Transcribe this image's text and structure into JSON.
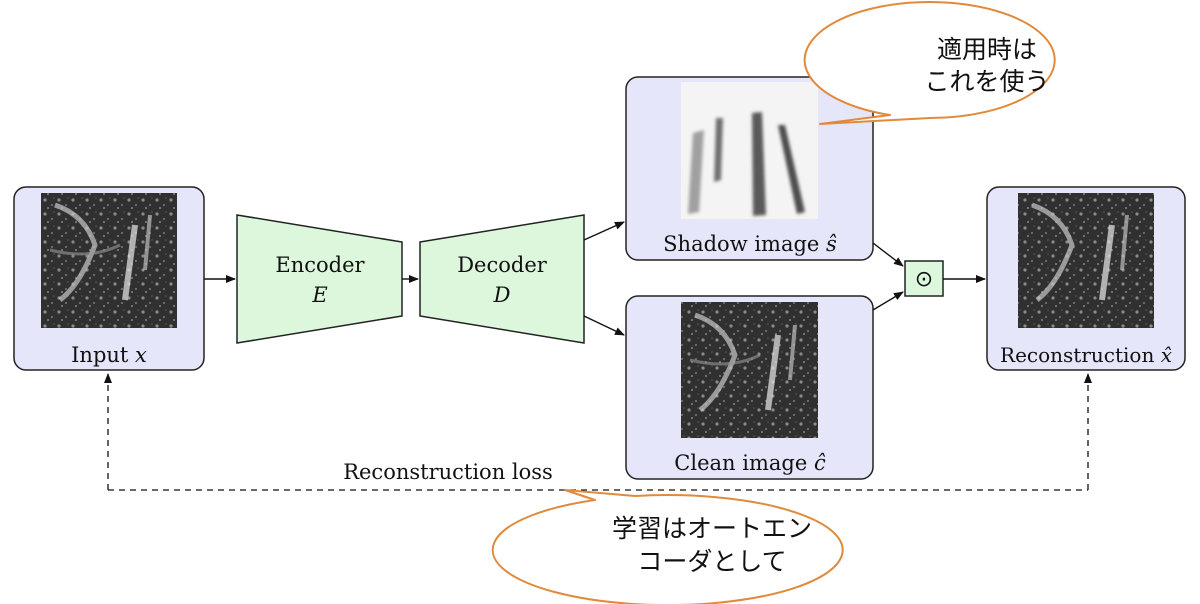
{
  "input": {
    "label": "Input ",
    "var": "x"
  },
  "encoder": {
    "label": "Encoder",
    "var": "E"
  },
  "decoder": {
    "label": "Decoder",
    "var": "D"
  },
  "shadow": {
    "label": "Shadow image ",
    "var": "ŝ"
  },
  "clean": {
    "label": "Clean image ",
    "var": "ĉ"
  },
  "combine": {
    "symbol": "⊙"
  },
  "reconstruction": {
    "label": "Reconstruction ",
    "var": "x̂"
  },
  "loss": {
    "label": "Reconstruction loss"
  },
  "callout_top": {
    "line1": "適用時は",
    "line2": "これを使う"
  },
  "callout_bottom": {
    "line1": "学習はオートエン",
    "line2": "コーダとして"
  },
  "colors": {
    "panel_fill": "#e6e6fa",
    "trap_fill": "#dcf7dc",
    "callout_stroke": "#e08a3c",
    "ultrasound_bg": "#2a2a2a",
    "shadow_bg": "#f4f4f4"
  }
}
